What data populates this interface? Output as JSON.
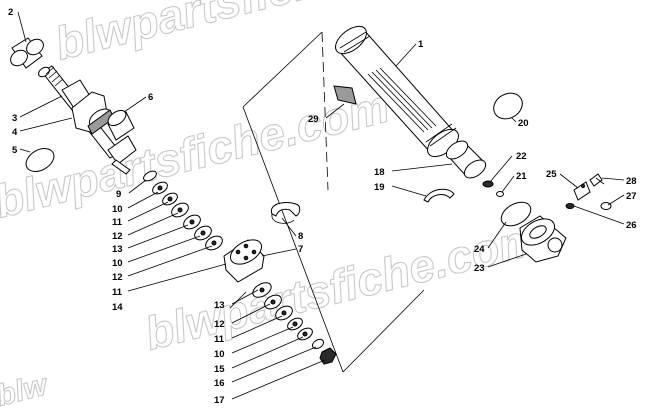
{
  "watermarks": [
    "blwpartsfiche.com",
    "blwpartsfiche.com",
    "blwpartsfiche.com",
    "blw"
  ],
  "callouts": [
    "1",
    "2",
    "3",
    "4",
    "5",
    "6",
    "7",
    "8",
    "9",
    "10",
    "11",
    "12",
    "13",
    "10",
    "12",
    "11",
    "14",
    "13",
    "12",
    "11",
    "10",
    "15",
    "16",
    "17",
    "18",
    "19",
    "20",
    "21",
    "22",
    "23",
    "24",
    "25",
    "26",
    "27",
    "28",
    "29"
  ]
}
